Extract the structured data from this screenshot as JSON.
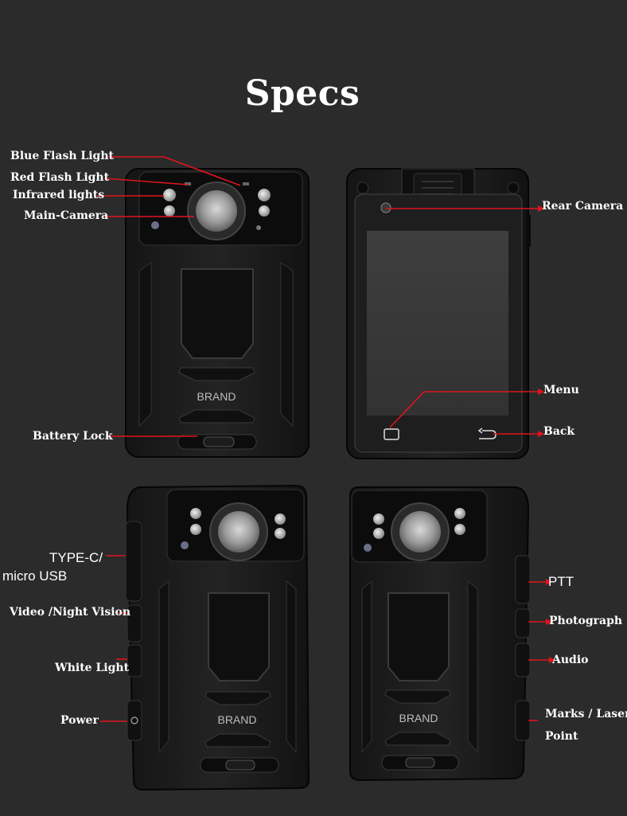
{
  "title": "Specs",
  "brand_text": "BRAND",
  "labels": {
    "blue_flash": "Blue Flash Light",
    "red_flash": "Red Flash Light",
    "infrared": "Infrared lights",
    "main_camera": "Main-Camera",
    "battery_lock": "Battery Lock",
    "rear_camera": "Rear Camera",
    "menu": "Menu",
    "back": "Back",
    "typec_line1": "TYPE-C/",
    "typec_line2": "micro USB",
    "video_night": "Video /Night Vision",
    "white_light": "White Light",
    "power": "Power",
    "ptt": "PTT",
    "photograph": "Photograph",
    "audio": "Audio",
    "marks_line1": "Marks / Laser",
    "marks_line2": "Point"
  },
  "colors": {
    "background": "#2b2b2b",
    "pointer": "#e0141e",
    "text": "#ffffff"
  }
}
